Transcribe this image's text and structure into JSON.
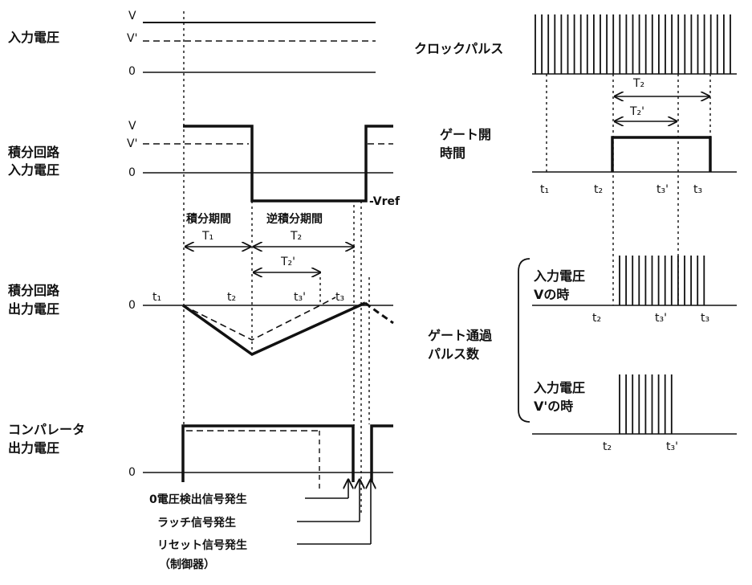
{
  "left_labels": {
    "input_voltage": "入力電圧",
    "integrator_input_l1": "積分回路",
    "integrator_input_l2": "入力電圧",
    "integrator_output_l1": "積分回路",
    "integrator_output_l2": "出力電圧",
    "comparator_l1": "コンパレータ",
    "comparator_l2": "出力電圧"
  },
  "levels": {
    "v": "V",
    "v_prime": "V'",
    "zero": "0",
    "vref": "-Vref"
  },
  "periods": {
    "integration": "積分期間",
    "reverse_integration": "逆積分期間",
    "t1": "T₁",
    "t2": "T₂",
    "t2p": "T₂'"
  },
  "times": {
    "t1": "t₁",
    "t2": "t₂",
    "t3": "t₃",
    "t3p": "t₃'"
  },
  "signals": {
    "zero_detect": "0電圧検出信号発生",
    "latch": "ラッチ信号発生",
    "reset": "リセット信号発生",
    "controller": "（制御器）"
  },
  "right_labels": {
    "clock_pulse": "クロックパルス",
    "gate_open_l1": "ゲート開",
    "gate_open_l2": "時間",
    "gate_pass_l1": "ゲート通過",
    "gate_pass_l2": "パルス数",
    "case_v_l1": "入力電圧",
    "case_v_l2": "Vの時",
    "case_vp_l1": "入力電圧",
    "case_vp_l2": "V'の時"
  }
}
